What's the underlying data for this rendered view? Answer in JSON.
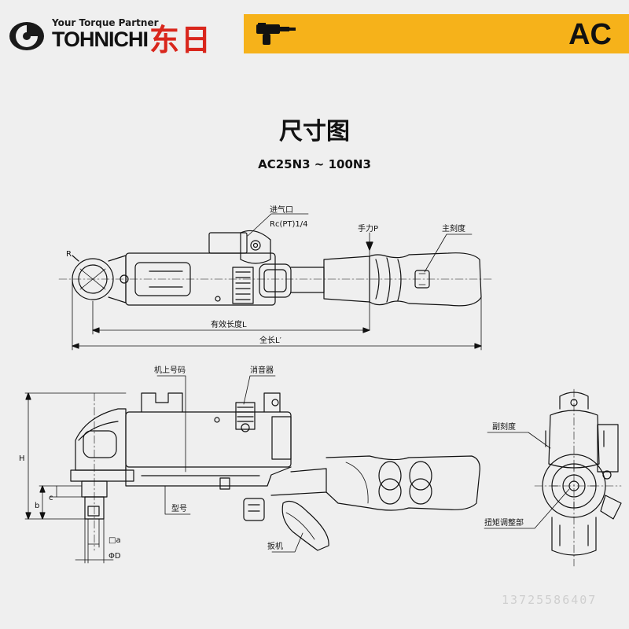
{
  "header": {
    "tagline": "Your Torque Partner",
    "brand": "TOHNICHI",
    "brand_cn": "东日",
    "product_code": "AC"
  },
  "title": "尺寸图",
  "model_range": "AC25N3 ~ 100N3",
  "top_view": {
    "r_label": "R",
    "air_inlet": "进气口",
    "air_inlet_spec": "Rc(PT)1/4",
    "hand_force": "手力P",
    "main_scale": "主刻度",
    "effective_length": "有效长度L",
    "overall_length": "全长L′"
  },
  "side_view": {
    "serial_no": "机上号码",
    "muffler": "消音器",
    "model_no": "型号",
    "trigger": "扳机",
    "h": "H",
    "b": "b",
    "c": "c",
    "a": "□a",
    "d": "ΦD"
  },
  "end_view": {
    "sub_scale": "副刻度",
    "torque_adjust": "扭矩调整部"
  },
  "colors": {
    "brand_red": "#d9261c",
    "banner_yellow": "#f6b21a",
    "line": "#111111"
  },
  "watermark": "13725586407"
}
